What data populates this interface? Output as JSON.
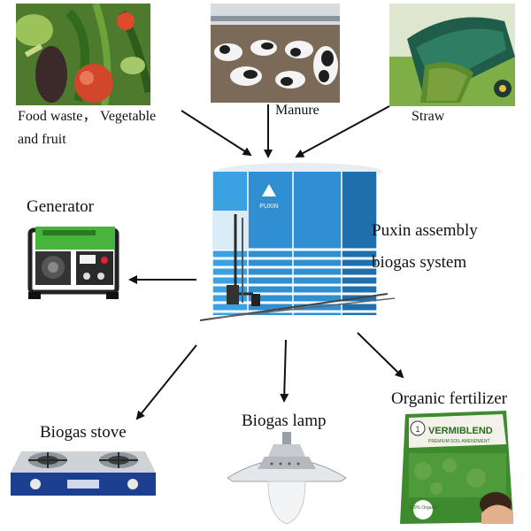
{
  "sources": {
    "food_waste_label_line1": "Food waste， Vegetable",
    "food_waste_label_line2": "and fruit",
    "manure_label": "Manure",
    "straw_label": "Straw"
  },
  "center": {
    "label_line1": "Puxin assembly",
    "label_line2": "biogas system",
    "tank_logo_text": "PUXIN"
  },
  "outputs": {
    "generator_label": "Generator",
    "stove_label": "Biogas stove",
    "lamp_label": "Biogas lamp",
    "fertilizer_label": "Organic fertilizer",
    "fertilizer_bag_brand": "VERMIBLEND",
    "fertilizer_bag_sub": "PREMIUM SOIL AMENDMENT",
    "fertilizer_bag_badge": "100% Organic"
  },
  "colors": {
    "tank_blue": "#2f8fd1",
    "generator_green": "#49b43c",
    "stove_blue": "#1c3f8f",
    "bag_green": "#3d8a2f"
  }
}
